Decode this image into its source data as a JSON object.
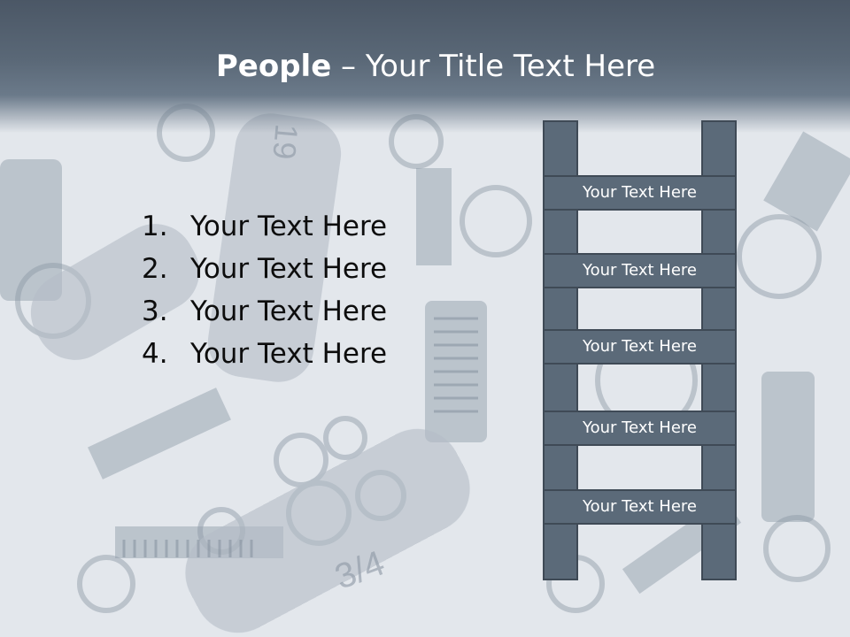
{
  "slide": {
    "title_bold": "People",
    "title_rest": " – Your Title Text Here",
    "list": [
      {
        "number": "1.",
        "text": "Your Text Here"
      },
      {
        "number": "2.",
        "text": "Your Text Here"
      },
      {
        "number": "3.",
        "text": "Your Text Here"
      },
      {
        "number": "4.",
        "text": "Your Text Here"
      }
    ],
    "ladder_rungs": [
      "Your Text Here",
      "Your Text Here",
      "Your Text Here",
      "Your Text Here",
      "Your Text Here"
    ]
  },
  "colors": {
    "title_band": "#4b5766",
    "ladder_fill": "#5b6a79",
    "ladder_border": "#3f4a56",
    "background": "#dfe4ea"
  }
}
